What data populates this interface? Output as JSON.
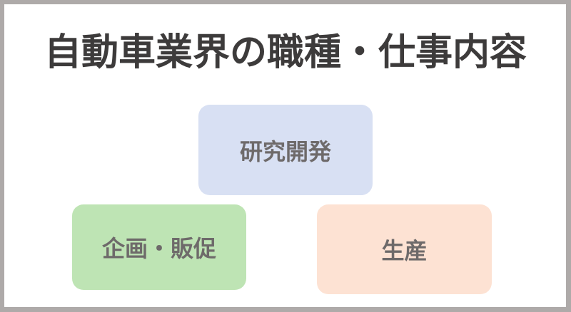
{
  "title": "自動車業界の職種・仕事内容",
  "boxes": [
    {
      "label": "研究開発",
      "color": "#d8e0f3"
    },
    {
      "label": "企画・販促",
      "color": "#bee4b4"
    },
    {
      "label": "生産",
      "color": "#fde2d3"
    }
  ],
  "colors": {
    "frame_border": "#aeaaa9",
    "background": "#ffffff",
    "title_text": "#3d3b3b",
    "box_text": "#6e6a6a"
  }
}
